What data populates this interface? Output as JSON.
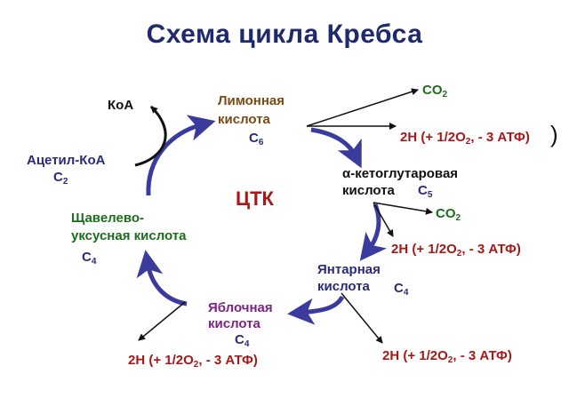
{
  "title": "Схема цикла Кребса",
  "center_label": "ЦТК",
  "koa": "КоА",
  "acetyl_coa": {
    "name": "Ацетил-КоА",
    "carbon": "C",
    "carbon_sub": "2"
  },
  "citric": {
    "line1": "Лимонная",
    "line2": "кислота",
    "carbon": "C",
    "carbon_sub": "6"
  },
  "alpha_kg": {
    "line1": "α-кетоглутаровая",
    "line2": "кислота",
    "carbon": "C",
    "carbon_sub": "5"
  },
  "succinic": {
    "line1": "Янтарная",
    "line2": "кислота",
    "carbon": "C",
    "carbon_sub": "4"
  },
  "malic": {
    "line1": "Яблочная",
    "line2": "кислота",
    "carbon": "C",
    "carbon_sub": "4"
  },
  "oxaloacetic": {
    "line1": "Щавелево-",
    "line2": "уксусная кислота",
    "carbon": "C",
    "carbon_sub": "4"
  },
  "co2": {
    "main": "CO",
    "sub": "2"
  },
  "hydrogen": {
    "pre": "2H (+ 1/2O",
    "sub": "2",
    "post": ", - 3 АТФ)"
  },
  "closing_paren": ")",
  "colors": {
    "arrow_blue": "#3b3b9e",
    "red": "#a81818",
    "green": "#1d6b1d"
  }
}
